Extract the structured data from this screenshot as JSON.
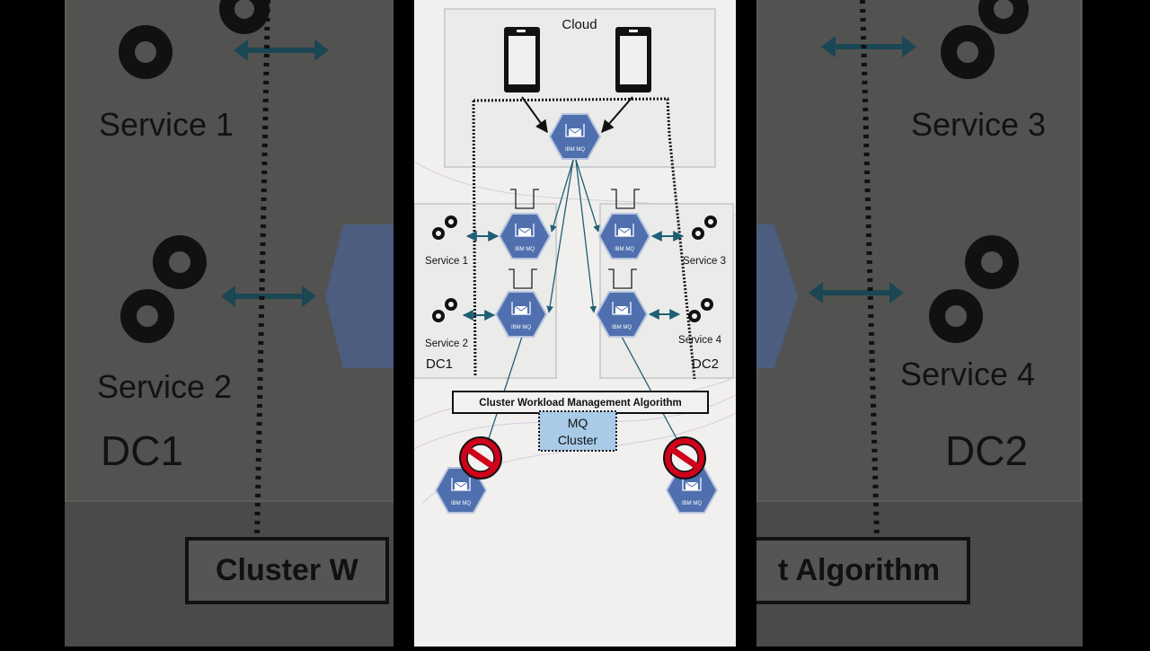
{
  "diagram": {
    "cloud_label": "Cloud",
    "logo_text": "IBM MQ",
    "logo_text_ibm": "IBM",
    "logo_text_mq": "MQ",
    "services": [
      "Service 1",
      "Service 2",
      "Service 3",
      "Service 4"
    ],
    "dc_labels": [
      "DC1",
      "DC2"
    ],
    "algorithm_label": "Cluster Workload Management Algorithm",
    "cluster_label_line1": "MQ",
    "cluster_label_line2": "Cluster"
  },
  "background": {
    "left_services": [
      "Service 1",
      "Service 2"
    ],
    "left_dc": "DC1",
    "left_algorithm_fragment": "Cluster W",
    "right_services": [
      "Service 3",
      "Service 4"
    ],
    "right_dc": "DC2",
    "right_algorithm_fragment": "t Algorithm"
  },
  "colors": {
    "hex_fill": "#4f6fae",
    "arrow": "#1f5f74",
    "forbid": "#d0021b",
    "cluster_fill": "#a9cbe8"
  }
}
